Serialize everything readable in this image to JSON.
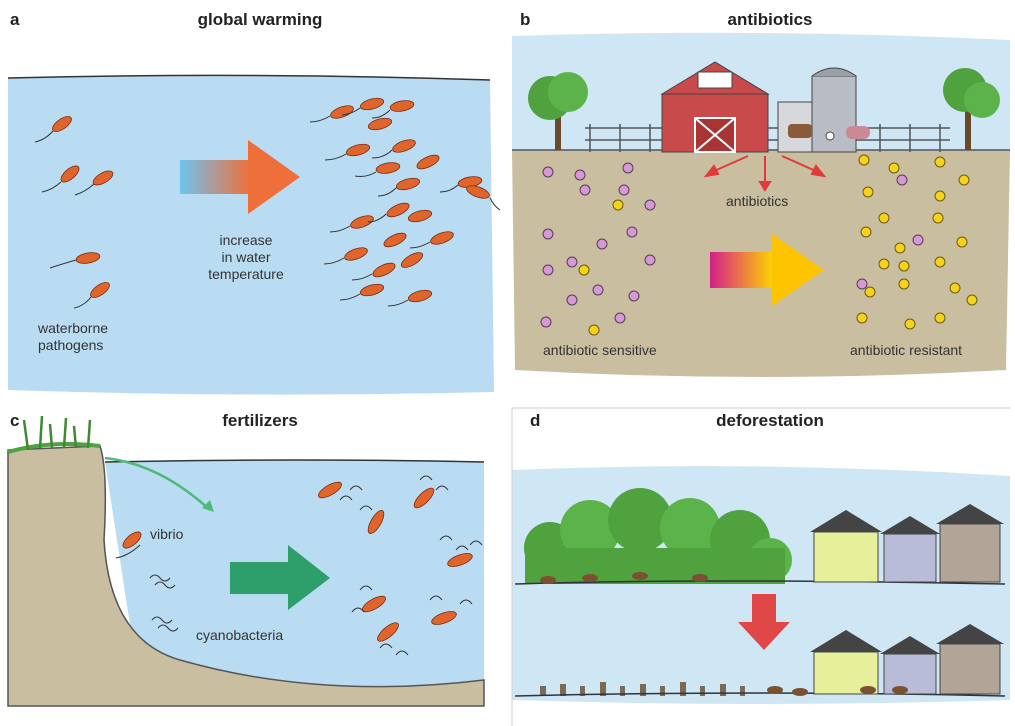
{
  "panels": {
    "a": {
      "letter": "a",
      "title": "global warming",
      "arrow_label_1": "increase",
      "arrow_label_2": "in water",
      "arrow_label_3": "temperature",
      "label_1": "waterborne",
      "label_2": "pathogens"
    },
    "b": {
      "letter": "b",
      "title": "antibiotics",
      "antibiotics_label": "antibiotics",
      "sensitive_label": "antibiotic sensitive",
      "resistant_label": "antibiotic resistant"
    },
    "c": {
      "letter": "c",
      "title": "fertilizers",
      "vibrio_label": "vibrio",
      "cyano_label": "cyanobacteria"
    },
    "d": {
      "letter": "d",
      "title": "deforestation"
    }
  },
  "colors": {
    "water": "#b9dcf2",
    "soil": "#c9bfa0",
    "pathogen": "#e0652c",
    "sensitive": "#d59ad6",
    "resistant": "#f7d21a",
    "barn": "#c94a4a",
    "arrow_red": "#e04848",
    "arrow_green": "#2e9e6a",
    "tree": "#4fa23e"
  }
}
